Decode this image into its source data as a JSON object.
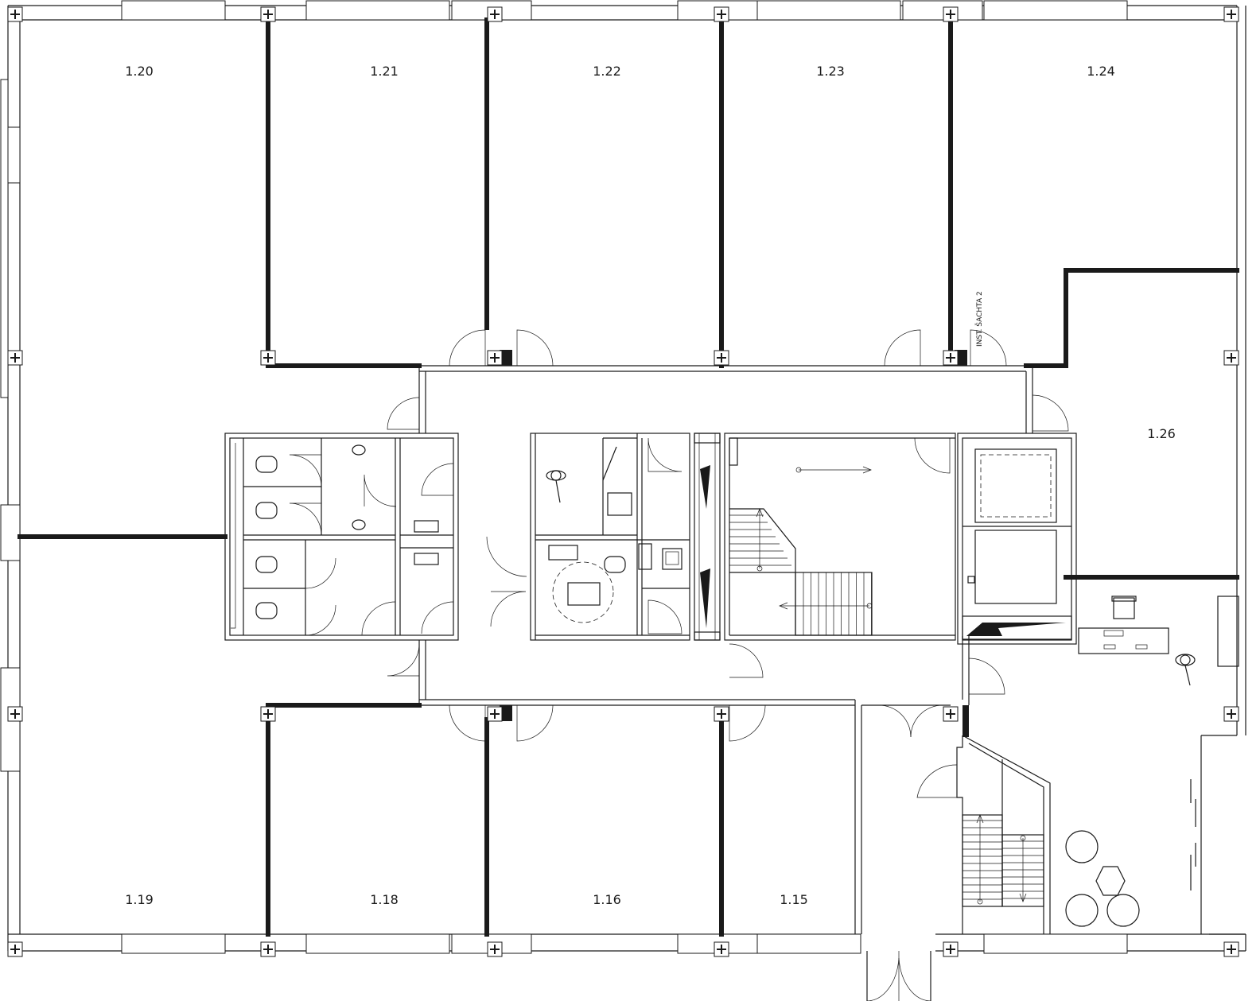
{
  "plan": {
    "shaft_note": "INST. ŠACHTA 2",
    "rooms": [
      {
        "id": "r120",
        "label": "1.20"
      },
      {
        "id": "r121",
        "label": "1.21"
      },
      {
        "id": "r122",
        "label": "1.22"
      },
      {
        "id": "r123",
        "label": "1.23"
      },
      {
        "id": "r124",
        "label": "1.24"
      },
      {
        "id": "r126",
        "label": "1.26"
      },
      {
        "id": "r119",
        "label": "1.19"
      },
      {
        "id": "r118",
        "label": "1.18"
      },
      {
        "id": "r116",
        "label": "1.16"
      },
      {
        "id": "r115",
        "label": "1.15"
      }
    ],
    "icons": {
      "column_marker": "column-cross-icon",
      "door_swing": "door-swing-icon",
      "toilet": "toilet-icon",
      "sink": "sink-icon",
      "stairs": "staircase-icon",
      "elevator": "elevator-icon",
      "person": "person-icon",
      "desk": "desk-icon",
      "chair": "chair-icon",
      "lounge_chair": "lounge-chair-icon"
    },
    "colors": {
      "line": "#1a1a1a",
      "background": "#ffffff"
    }
  }
}
